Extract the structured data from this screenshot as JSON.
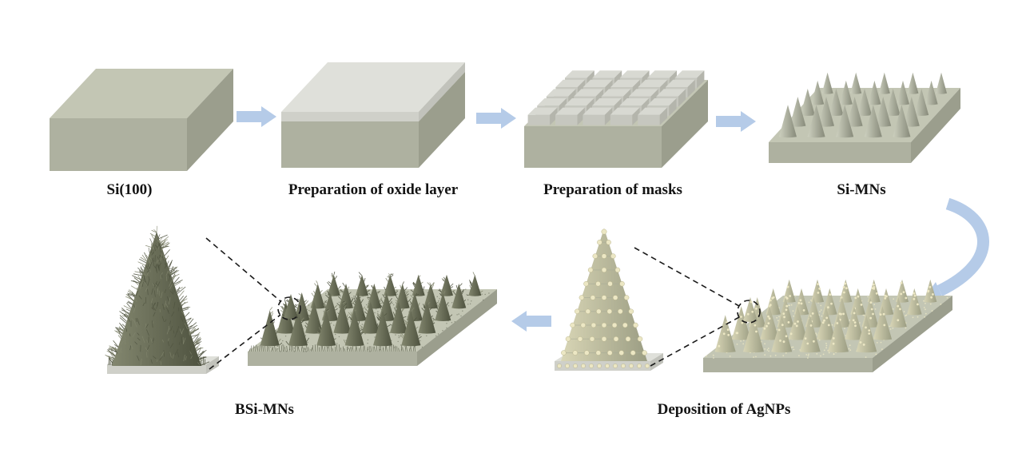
{
  "figure": {
    "background": "#ffffff",
    "stages_top": [
      {
        "id": "si100",
        "label": "Si(100)"
      },
      {
        "id": "oxide-layer",
        "label": "Preparation of oxide layer"
      },
      {
        "id": "masks",
        "label": "Preparation of masks"
      },
      {
        "id": "si-mns",
        "label": "Si-MNs"
      }
    ],
    "stages_bottom": [
      {
        "id": "bsi-mns",
        "label": "BSi-MNs"
      },
      {
        "id": "agnps",
        "label": "Deposition of AgNPs"
      }
    ],
    "palette": {
      "arrow": "#b5cbe8",
      "slab_top": "#c3c6b4",
      "slab_front": "#aeb1a0",
      "slab_side": "#9b9e8d",
      "oxide_top": "#dfe0da",
      "oxide_front": "#cfd0c9",
      "oxide_side": "#c1c2bb",
      "mask_top": "#d8d9d2",
      "mask_front": "#c6c7bf",
      "mask_side": "#b4b5ac",
      "cone_light": "#cdd0bf",
      "cone_dark": "#878a7a",
      "ag_cone_light": "#d9d6b6",
      "ag_cone_dark": "#9b9d83",
      "ag_dot": "#ece7c4",
      "ag_dot_edge": "#b9b48d",
      "bsi_light": "#83876f",
      "bsi_dark": "#4e523f",
      "band_line": "#a9ac97",
      "callout": "#1a1a1a"
    }
  }
}
